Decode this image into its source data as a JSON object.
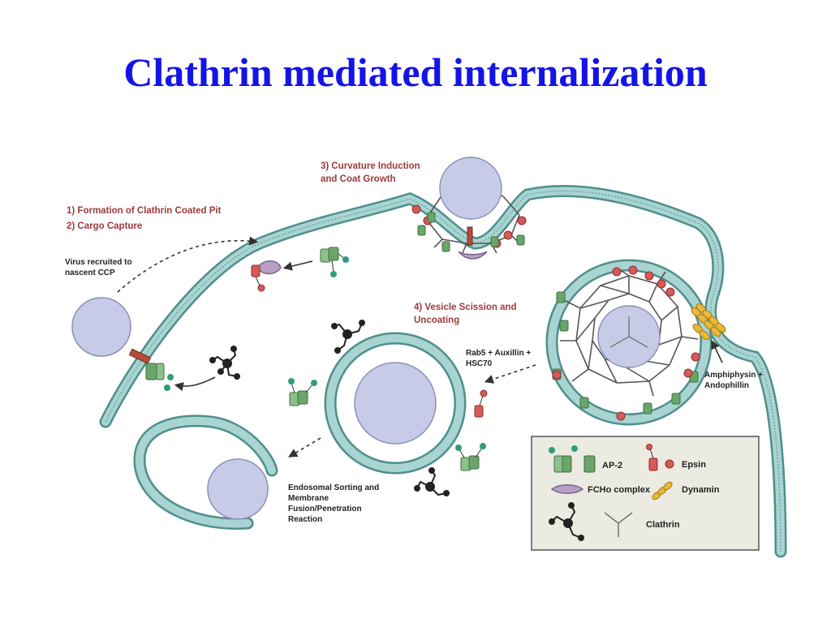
{
  "title": "Clathrin mediated internalization",
  "diagram": {
    "steps": {
      "step1": "1) Formation of Clathrin Coated Pit",
      "step2": "2) Cargo Capture",
      "step3_line1": "3) Curvature Induction",
      "step3_line2": "and Coat Growth",
      "step4_line1": "4) Vesicle Scission and",
      "step4_line2": "Uncoating"
    },
    "annotations": {
      "virus_line1": "Virus recruited to",
      "virus_line2": "nascent CCP",
      "rab5_line1": "Rab5 + Auxillin +",
      "rab5_line2": "HSC70",
      "amph_line1": "Amphiphysin +",
      "amph_line2": "Andophillin",
      "endo_line1": "Endosomal Sorting and",
      "endo_line2": "Membrane",
      "endo_line3": "Fusion/Penetration",
      "endo_line4": "Reaction"
    },
    "legend": {
      "ap2": "AP-2",
      "epsin": "Epsin",
      "fcho": "FCHo complex",
      "dynamin": "Dynamin",
      "clathrin": "Clathrin"
    },
    "colors": {
      "title": "#1414e6",
      "membrane": "#8fc3c0",
      "membrane_edge": "#4f8f8c",
      "virus": "#c8cbe8",
      "ap2_green": "#6aa56a",
      "epsin_red": "#d65a5a",
      "fcho_purple": "#b7a0c4",
      "dynamin_yellow": "#e8b93a",
      "step_label": "#9b3b3b",
      "legend_bg": "#ecebe1"
    }
  }
}
